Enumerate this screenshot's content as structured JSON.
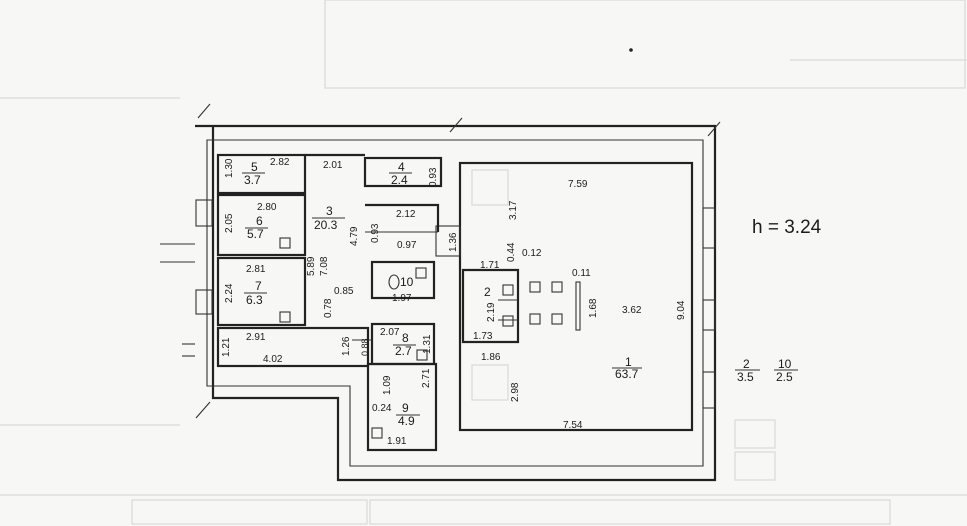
{
  "height_label": "h  =  3.24",
  "rooms": [
    {
      "id": "room-1",
      "number": "1",
      "area": "63.7"
    },
    {
      "id": "room-2",
      "number": "2",
      "area": ""
    },
    {
      "id": "room-3",
      "number": "3",
      "area": "20.3"
    },
    {
      "id": "room-4",
      "number": "4",
      "area": "2.4"
    },
    {
      "id": "room-5",
      "number": "5",
      "area": "3.7"
    },
    {
      "id": "room-6",
      "number": "6",
      "area": "5.7"
    },
    {
      "id": "room-7",
      "number": "7",
      "area": "6.3"
    },
    {
      "id": "room-8",
      "number": "8",
      "area": "2.7"
    },
    {
      "id": "room-9",
      "number": "9",
      "area": "4.9"
    },
    {
      "id": "room-10",
      "number": "10",
      "area": ""
    }
  ],
  "outside_labels": [
    {
      "number": "2",
      "area": "3.5"
    },
    {
      "number": "10",
      "area": "2.5"
    }
  ],
  "dimensions": {
    "d_759": "7.59",
    "d_317": "3.17",
    "d_904": "9.04",
    "d_362": "3.62",
    "d_754": "7.54",
    "d_298": "2.98",
    "d_186": "1.86",
    "d_168": "1.68",
    "d_011": "0.11",
    "d_044": "0.44",
    "d_012": "0.12",
    "d_171": "1.71",
    "d_219": "2.19",
    "d_173": "1.73",
    "d_136": "1.36",
    "d_212": "2.12",
    "d_097": "0.97",
    "d_093b": "0.93",
    "d_479": "4.79",
    "d_589": "5.89",
    "d_708": "7.08",
    "d_201": "2.01",
    "d_093": "0.93",
    "d_282": "2.82",
    "d_130": "1.30",
    "d_280": "2.80",
    "d_205": "2.05",
    "d_281": "2.81",
    "d_224": "2.24",
    "d_291": "2.91",
    "d_121": "1.21",
    "d_402": "4.02",
    "d_078": "0.78",
    "d_085": "0.85",
    "d_197": "1.97",
    "d_126": "1.26",
    "d_088": "0.88",
    "d_207": "2.07",
    "d_131": "1.31",
    "d_109": "1.09",
    "d_271": "2.71",
    "d_024": "0.24",
    "d_191": "1.91"
  }
}
